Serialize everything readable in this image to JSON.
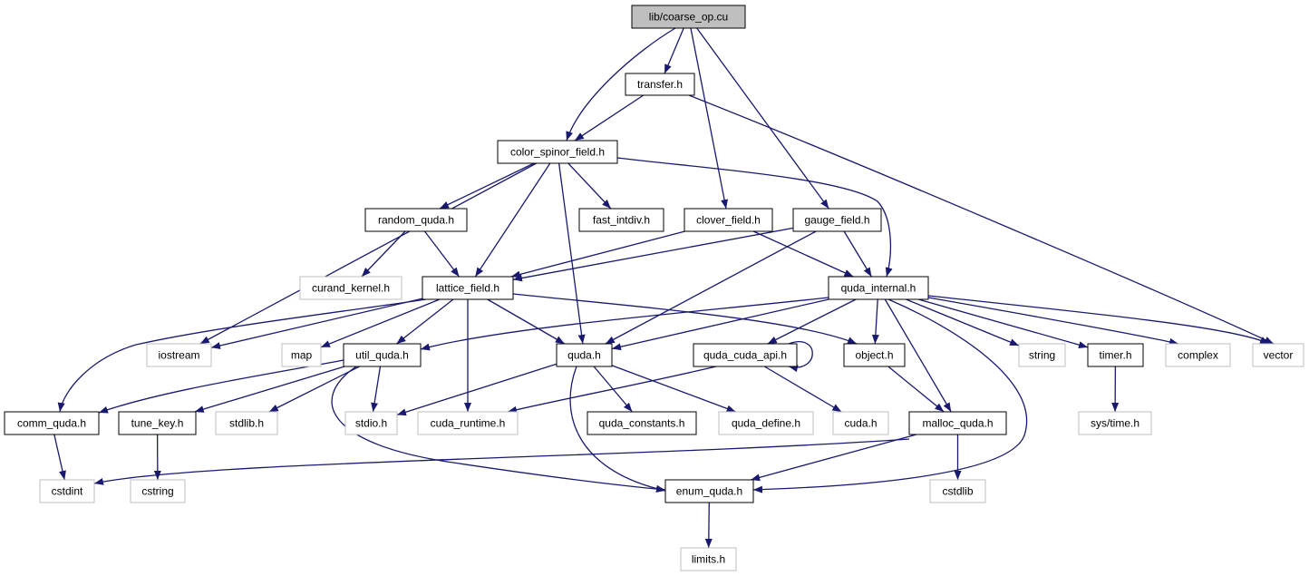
{
  "colors": {
    "edge": "#191970",
    "box_border": "#000000",
    "system_border": "#bfbfbf",
    "root_fill": "#bfbfbf",
    "text": "#000000"
  },
  "nodes": [
    {
      "id": "root",
      "label": "lib/coarse_op.cu",
      "kind": "root"
    },
    {
      "id": "transfer",
      "label": "transfer.h",
      "kind": "header"
    },
    {
      "id": "csf",
      "label": "color_spinor_field.h",
      "kind": "header"
    },
    {
      "id": "random_quda",
      "label": "random_quda.h",
      "kind": "header"
    },
    {
      "id": "fast_intdiv",
      "label": "fast_intdiv.h",
      "kind": "header"
    },
    {
      "id": "clover_field",
      "label": "clover_field.h",
      "kind": "header"
    },
    {
      "id": "gauge_field",
      "label": "gauge_field.h",
      "kind": "header"
    },
    {
      "id": "curand_kernel",
      "label": "curand_kernel.h",
      "kind": "system"
    },
    {
      "id": "lattice_field",
      "label": "lattice_field.h",
      "kind": "header"
    },
    {
      "id": "quda_internal",
      "label": "quda_internal.h",
      "kind": "header"
    },
    {
      "id": "iostream",
      "label": "iostream",
      "kind": "system"
    },
    {
      "id": "map",
      "label": "map",
      "kind": "system"
    },
    {
      "id": "util_quda",
      "label": "util_quda.h",
      "kind": "header"
    },
    {
      "id": "quda",
      "label": "quda.h",
      "kind": "header"
    },
    {
      "id": "quda_cuda_api",
      "label": "quda_cuda_api.h",
      "kind": "header"
    },
    {
      "id": "object",
      "label": "object.h",
      "kind": "header"
    },
    {
      "id": "string",
      "label": "string",
      "kind": "system"
    },
    {
      "id": "timer",
      "label": "timer.h",
      "kind": "header"
    },
    {
      "id": "complex",
      "label": "complex",
      "kind": "system"
    },
    {
      "id": "vector",
      "label": "vector",
      "kind": "system"
    },
    {
      "id": "comm_quda",
      "label": "comm_quda.h",
      "kind": "header"
    },
    {
      "id": "tune_key",
      "label": "tune_key.h",
      "kind": "header"
    },
    {
      "id": "stdlib",
      "label": "stdlib.h",
      "kind": "system"
    },
    {
      "id": "stdio",
      "label": "stdio.h",
      "kind": "system"
    },
    {
      "id": "cuda_runtime",
      "label": "cuda_runtime.h",
      "kind": "system"
    },
    {
      "id": "quda_constants",
      "label": "quda_constants.h",
      "kind": "header"
    },
    {
      "id": "quda_define",
      "label": "quda_define.h",
      "kind": "system"
    },
    {
      "id": "cuda",
      "label": "cuda.h",
      "kind": "system"
    },
    {
      "id": "malloc_quda",
      "label": "malloc_quda.h",
      "kind": "header"
    },
    {
      "id": "sys_time",
      "label": "sys/time.h",
      "kind": "system"
    },
    {
      "id": "cstdint",
      "label": "cstdint",
      "kind": "system"
    },
    {
      "id": "cstring",
      "label": "cstring",
      "kind": "system"
    },
    {
      "id": "enum_quda",
      "label": "enum_quda.h",
      "kind": "header"
    },
    {
      "id": "cstdlib",
      "label": "cstdlib",
      "kind": "system"
    },
    {
      "id": "limits",
      "label": "limits.h",
      "kind": "system"
    }
  ],
  "edges": [
    {
      "from": "root",
      "to": "transfer"
    },
    {
      "from": "root",
      "to": "csf"
    },
    {
      "from": "root",
      "to": "clover_field"
    },
    {
      "from": "root",
      "to": "gauge_field"
    },
    {
      "from": "transfer",
      "to": "csf"
    },
    {
      "from": "transfer",
      "to": "vector"
    },
    {
      "from": "csf",
      "to": "random_quda"
    },
    {
      "from": "csf",
      "to": "fast_intdiv"
    },
    {
      "from": "csf",
      "to": "iostream"
    },
    {
      "from": "csf",
      "to": "lattice_field"
    },
    {
      "from": "csf",
      "to": "quda"
    },
    {
      "from": "csf",
      "to": "quda_internal"
    },
    {
      "from": "random_quda",
      "to": "curand_kernel"
    },
    {
      "from": "random_quda",
      "to": "lattice_field"
    },
    {
      "from": "clover_field",
      "to": "lattice_field"
    },
    {
      "from": "clover_field",
      "to": "quda_internal"
    },
    {
      "from": "gauge_field",
      "to": "lattice_field"
    },
    {
      "from": "gauge_field",
      "to": "quda_internal"
    },
    {
      "from": "gauge_field",
      "to": "quda"
    },
    {
      "from": "lattice_field",
      "to": "iostream"
    },
    {
      "from": "lattice_field",
      "to": "map"
    },
    {
      "from": "lattice_field",
      "to": "util_quda"
    },
    {
      "from": "lattice_field",
      "to": "quda"
    },
    {
      "from": "lattice_field",
      "to": "object"
    },
    {
      "from": "lattice_field",
      "to": "comm_quda"
    },
    {
      "from": "lattice_field",
      "to": "cuda_runtime"
    },
    {
      "from": "quda_internal",
      "to": "util_quda"
    },
    {
      "from": "quda_internal",
      "to": "quda"
    },
    {
      "from": "quda_internal",
      "to": "quda_cuda_api"
    },
    {
      "from": "quda_internal",
      "to": "object"
    },
    {
      "from": "quda_internal",
      "to": "string"
    },
    {
      "from": "quda_internal",
      "to": "timer"
    },
    {
      "from": "quda_internal",
      "to": "complex"
    },
    {
      "from": "quda_internal",
      "to": "vector"
    },
    {
      "from": "quda_internal",
      "to": "malloc_quda"
    },
    {
      "from": "quda_internal",
      "to": "enum_quda"
    },
    {
      "from": "util_quda",
      "to": "comm_quda"
    },
    {
      "from": "util_quda",
      "to": "tune_key"
    },
    {
      "from": "util_quda",
      "to": "stdlib"
    },
    {
      "from": "util_quda",
      "to": "stdio"
    },
    {
      "from": "util_quda",
      "to": "enum_quda"
    },
    {
      "from": "quda",
      "to": "stdio"
    },
    {
      "from": "quda",
      "to": "quda_constants"
    },
    {
      "from": "quda",
      "to": "quda_define"
    },
    {
      "from": "quda",
      "to": "enum_quda"
    },
    {
      "from": "quda_cuda_api",
      "to": "quda_cuda_api"
    },
    {
      "from": "quda_cuda_api",
      "to": "cuda_runtime"
    },
    {
      "from": "quda_cuda_api",
      "to": "cuda"
    },
    {
      "from": "object",
      "to": "malloc_quda"
    },
    {
      "from": "timer",
      "to": "sys_time"
    },
    {
      "from": "comm_quda",
      "to": "cstdint"
    },
    {
      "from": "tune_key",
      "to": "cstring"
    },
    {
      "from": "malloc_quda",
      "to": "cstdint"
    },
    {
      "from": "malloc_quda",
      "to": "enum_quda"
    },
    {
      "from": "malloc_quda",
      "to": "cstdlib"
    },
    {
      "from": "enum_quda",
      "to": "limits"
    }
  ]
}
